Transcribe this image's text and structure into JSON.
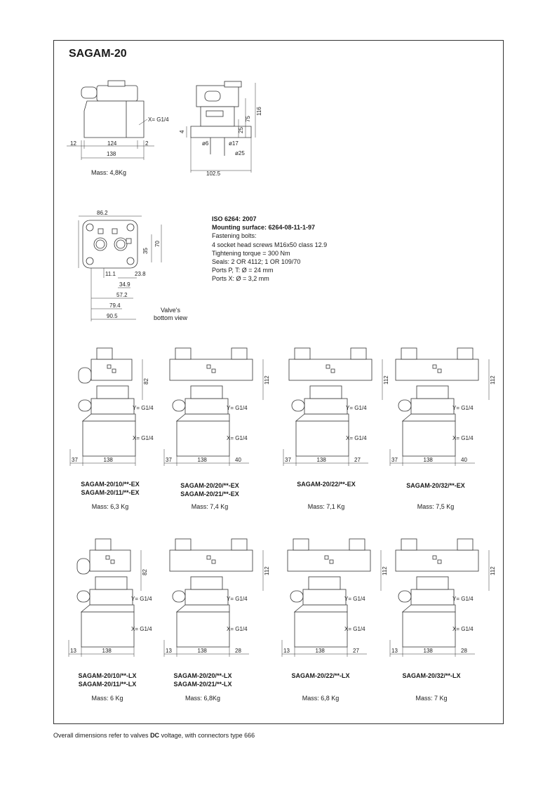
{
  "title": "SAGAM-20",
  "top_views": {
    "side_dims": {
      "left": "12",
      "width": "124",
      "right": "2",
      "total": "138",
      "port": "X= G1/4"
    },
    "side_mass": "Mass: 4,8Kg",
    "front_dims": {
      "d116": "116",
      "d75": "75",
      "d25": "25",
      "d4": "4",
      "phi6": "ø6",
      "phi17": "ø17",
      "phi25": "ø25",
      "w": "102.5"
    }
  },
  "bottom_view": {
    "dims": {
      "d862": "86.2",
      "d70": "70",
      "d35": "35",
      "d111": "11.1",
      "d238": "23.8",
      "d349": "34.9",
      "d572": "57.2",
      "d794": "79.4",
      "d905": "90.5"
    },
    "caption_line1": "Valve's",
    "caption_line2": "bottom view"
  },
  "spec": {
    "standard": "ISO 6264: 2007",
    "mounting": "Mounting surface: 6264-08-11-1-97",
    "bolts_label": "Fastening bolts:",
    "bolts": "4 socket head screws M16x50 class 12.9",
    "torque": "Tightening torque = 300 Nm",
    "seals": "Seals: 2 OR 4112; 1 OR 109/70",
    "ports_pt": "Ports P, T: Ø = 24 mm",
    "ports_x": "Ports X: Ø = 3,2 mm"
  },
  "ex_variants": [
    {
      "line1": "SAGAM-20/10/**-EX",
      "line2": "SAGAM-20/11/**-EX",
      "mass": "Mass: 6,3 Kg",
      "left": "37",
      "width": "138",
      "right": "",
      "height": "82",
      "y": "Y= G1/4",
      "x": "X= G1/4"
    },
    {
      "line1": "SAGAM-20/20/**-EX",
      "line2": "SAGAM-20/21/**-EX",
      "mass": "Mass: 7,4 Kg",
      "left": "37",
      "width": "138",
      "right": "40",
      "height": "112",
      "y": "Y= G1/4",
      "x": "X= G1/4"
    },
    {
      "line1": "SAGAM-20/22/**-EX",
      "line2": "",
      "mass": "Mass: 7,1 Kg",
      "left": "37",
      "width": "138",
      "right": "27",
      "height": "112",
      "y": "Y= G1/4",
      "x": "X= G1/4"
    },
    {
      "line1": "SAGAM-20/32/**-EX",
      "line2": "",
      "mass": "Mass: 7,5 Kg",
      "left": "37",
      "width": "138",
      "right": "40",
      "height": "112",
      "y": "Y= G1/4",
      "x": "X= G1/4"
    }
  ],
  "lx_variants": [
    {
      "line1": "SAGAM-20/10/**-LX",
      "line2": "SAGAM-20/11/**-LX",
      "mass": "Mass: 6 Kg",
      "left": "13",
      "width": "138",
      "right": "",
      "height": "82",
      "y": "Y= G1/4",
      "x": "X= G1/4"
    },
    {
      "line1": "SAGAM-20/20/**-LX",
      "line2": "SAGAM-20/21/**-LX",
      "mass": "Mass: 6,8Kg",
      "left": "13",
      "width": "138",
      "right": "28",
      "height": "112",
      "y": "Y= G1/4",
      "x": "X= G1/4"
    },
    {
      "line1": "SAGAM-20/22/**-LX",
      "line2": "",
      "mass": "Mass: 6,8 Kg",
      "left": "13",
      "width": "138",
      "right": "27",
      "height": "112",
      "y": "Y= G1/4",
      "x": "X= G1/4"
    },
    {
      "line1": "SAGAM-20/32/**-LX",
      "line2": "",
      "mass": "Mass: 7 Kg",
      "left": "13",
      "width": "138",
      "right": "28",
      "height": "112",
      "y": "Y= G1/4",
      "x": "X= G1/4"
    }
  ],
  "footer": {
    "pre": "Overall dimensions refer to valves ",
    "bold": "DC",
    "post": " voltage, with connectors type 666"
  }
}
